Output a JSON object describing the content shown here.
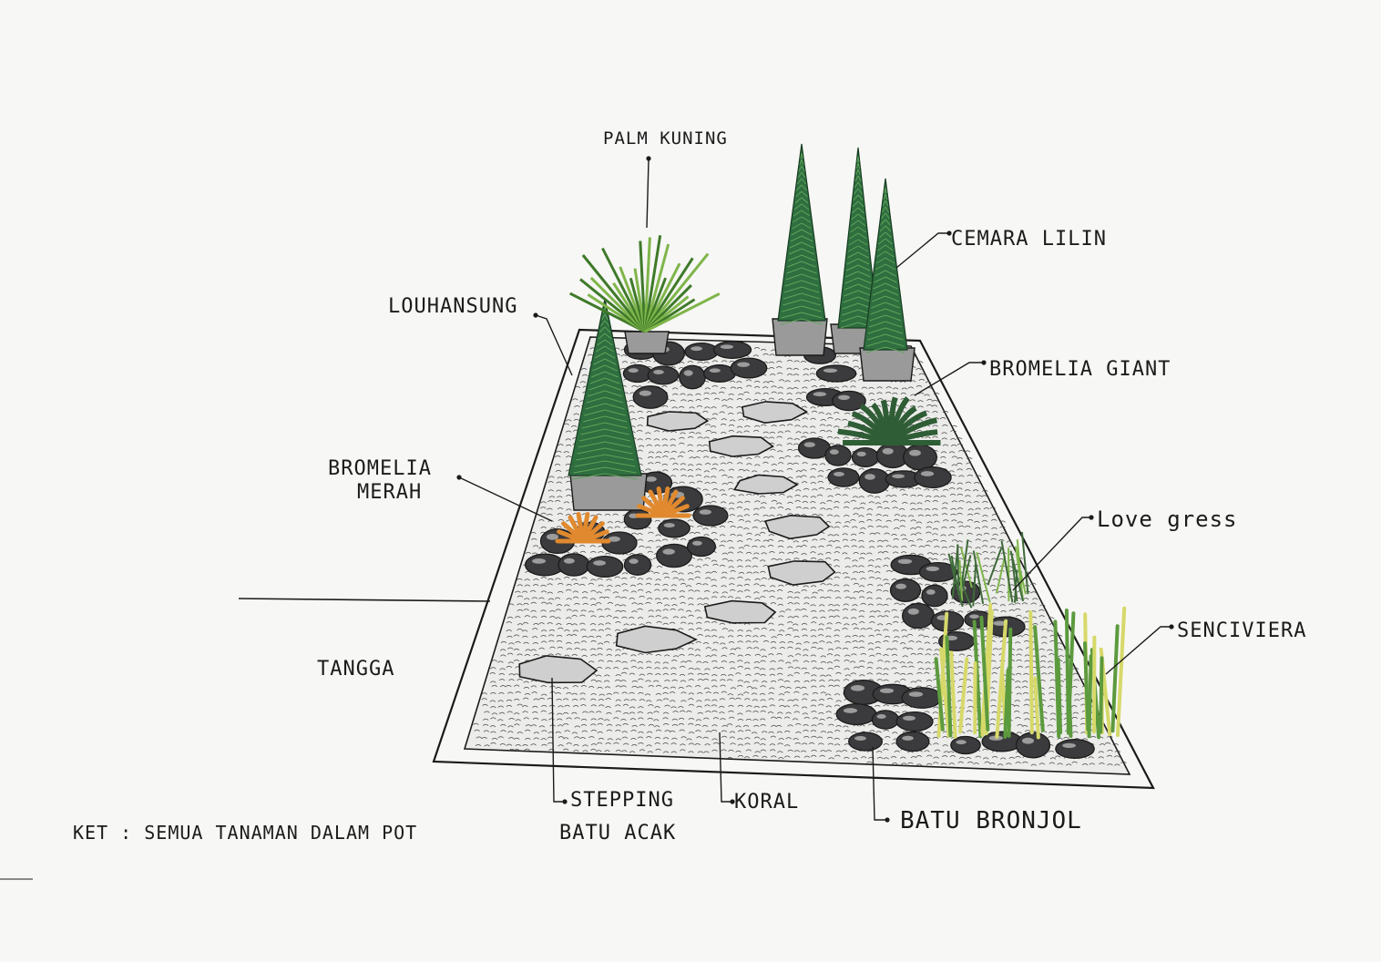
{
  "labels": {
    "palm_kuning": "PALM KUNING",
    "cemara_lilin": "CEMARA LILIN",
    "louhansung": "LOUHANSUNG",
    "bromelia_giant": "BROMELIA GIANT",
    "bromelia_merah_1": "BROMELIA",
    "bromelia_merah_2": "MERAH",
    "love_grass": "Love gress",
    "senciviera": "SENCIVIERA",
    "tangga": "TANGGA",
    "stepping_1": "STEPPING",
    "stepping_2": "BATU ACAK",
    "koral": "KORAL",
    "batu_bronjol": "BATU BRONJOL",
    "note": "KET : SEMUA TANAMAN DALAM POT"
  },
  "colors": {
    "ink": "#1b1b1b",
    "paper": "#f7f7f5",
    "conifer": "#2f6e3f",
    "conifer_light": "#5fa35a",
    "grass": "#7fb54a",
    "grass_yellow": "#d6d96a",
    "bromelia_red": "#e0892e",
    "bromelia_giant": "#6e9e6a",
    "stone_dark": "#3b3b3d",
    "stepping_stone": "#cfcfcf",
    "gravel_bg": "#ededed",
    "pot": "#9a9a9a"
  }
}
